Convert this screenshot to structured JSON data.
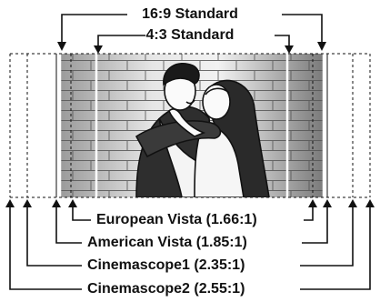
{
  "labels": {
    "standard_16_9": "16:9 Standard",
    "standard_4_3": "4:3 Standard",
    "european_vista": "European Vista (1.66:1)",
    "american_vista": "American Vista (1.85:1)",
    "cinemascope1": "Cinemascope1 (2.35:1)",
    "cinemascope2": "Cinemascope2 (2.55:1)"
  },
  "picture": {
    "subject": "couple-embracing-illustration",
    "background": "brick-wall"
  },
  "colors": {
    "line": "#111111",
    "brick_dark": "#6e6e6e",
    "brick_light": "#cfcfcf",
    "hair": "#2a2a2a"
  }
}
